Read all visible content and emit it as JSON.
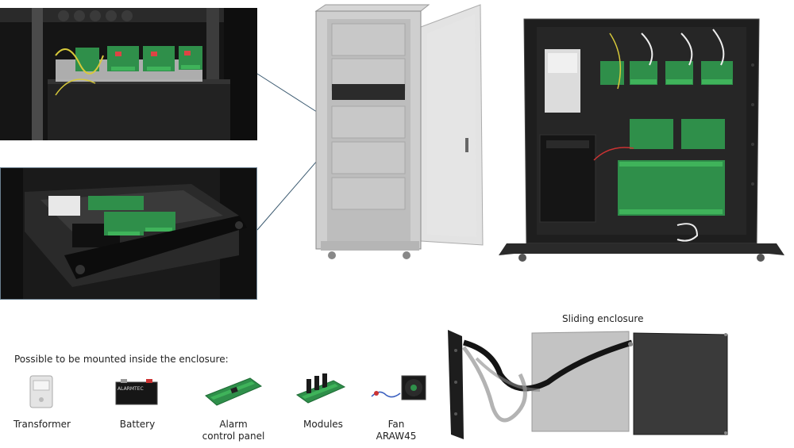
{
  "mountable": {
    "heading": "Possible to be mounted inside the enclosure:",
    "items": [
      {
        "label": "Transformer",
        "icon": "transformer-icon"
      },
      {
        "label": "Battery",
        "icon": "battery-icon",
        "brand_text": "ALARMTEC"
      },
      {
        "label": "Alarm\ncontrol panel",
        "icon": "control-panel-icon"
      },
      {
        "label": "Modules",
        "icon": "modules-icon"
      },
      {
        "label": "Fan\nARAW45",
        "icon": "fan-icon"
      }
    ]
  },
  "sliding": {
    "title": "Sliding enclosure"
  },
  "colors": {
    "rack_dark": "#1c1c1c",
    "pcb_green": "#2f8f4a",
    "terminal_green": "#3fb35a",
    "cabinet_gray": "#c9c9c9",
    "callout_line": "#3b5a70"
  }
}
